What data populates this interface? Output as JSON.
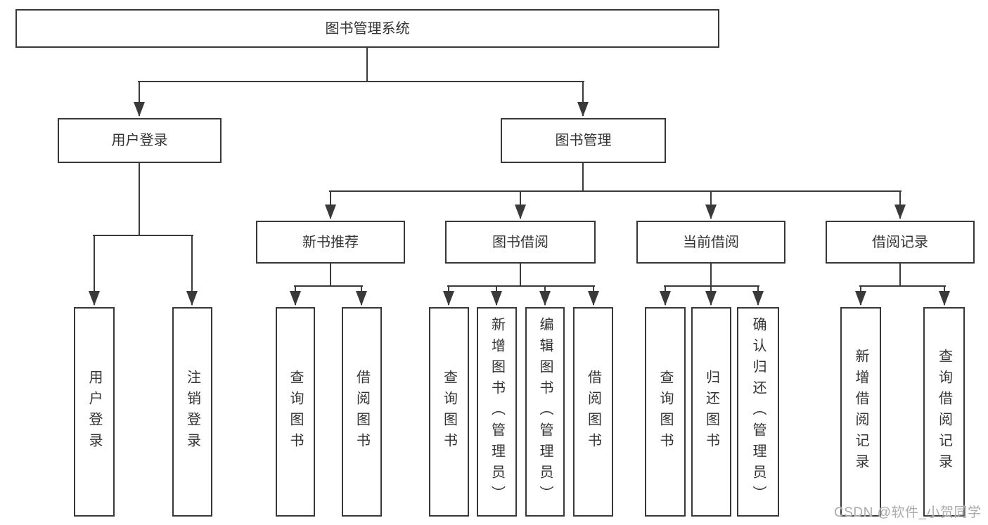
{
  "tree": {
    "root": "图书管理系统",
    "level2": [
      "用户登录",
      "图书管理"
    ],
    "level3": [
      "新书推荐",
      "图书借阅",
      "当前借阅",
      "借阅记录"
    ],
    "leaf_groups": [
      {
        "parent": "用户登录",
        "items": [
          "用户登录",
          "注销登录"
        ]
      },
      {
        "parent": "新书推荐",
        "items": [
          "查询图书",
          "借阅图书"
        ]
      },
      {
        "parent": "图书借阅",
        "items": [
          "查询图书",
          "新增图书（管理员）",
          "编辑图书（管理员）",
          "借阅图书"
        ]
      },
      {
        "parent": "当前借阅",
        "items": [
          "查询图书",
          "归还图书",
          "确认归还（管理员）"
        ]
      },
      {
        "parent": "借阅记录",
        "items": [
          "新增借阅记录",
          "查询借阅记录"
        ]
      }
    ]
  },
  "watermark": {
    "text": "CSDN @软件_小贺同学"
  },
  "colors": {
    "line": "#3a3a3a",
    "border": "#383838",
    "text": "#333333",
    "watermark": "#ababab",
    "background": "#ffffff"
  }
}
